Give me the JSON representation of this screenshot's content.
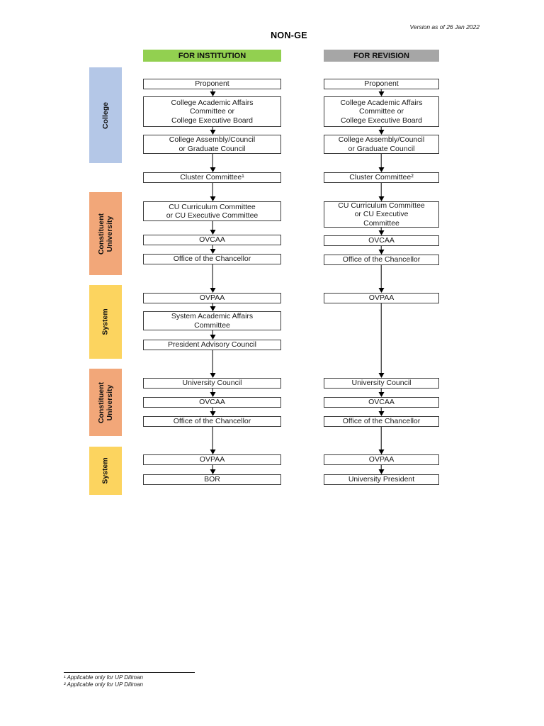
{
  "page": {
    "title": "NON-GE",
    "version_note": "Version as of 26 Jan 2022"
  },
  "colors": {
    "institution_header": "#92D050",
    "revision_header": "#A6A6A6",
    "college_label": "#B4C7E7",
    "constituent_university_label": "#F2A779",
    "system_label": "#FCD45F",
    "box_border": "#3B3B3B"
  },
  "columns": {
    "institution": {
      "header": "FOR INSTITUTION",
      "boxes": [
        "Proponent",
        "College Academic Affairs\nCommittee or\nCollege Executive Board",
        "College Assembly/Council\nor Graduate Council",
        "Cluster Committee¹",
        "CU Curriculum Committee\nor CU Executive Committee",
        "OVCAA",
        "Office of the Chancellor",
        "OVPAA",
        "System Academic Affairs\nCommittee",
        "President Advisory Council",
        "University Council",
        "OVCAA",
        "Office of the Chancellor",
        "OVPAA",
        "BOR"
      ]
    },
    "revision": {
      "header": "FOR REVISION",
      "boxes": [
        "Proponent",
        "College Academic Affairs\nCommittee or\nCollege Executive Board",
        "College Assembly/Council\nor Graduate Council",
        "Cluster Committee²",
        "CU Curriculum Committee\nor CU Executive\nCommittee",
        "OVCAA",
        "Office of the Chancellor",
        "OVPAA",
        "University Council",
        "OVCAA",
        "Office of the Chancellor",
        "OVPAA",
        "University President"
      ]
    }
  },
  "side_labels": [
    {
      "label": "College"
    },
    {
      "label": "Constituent\nUniversity"
    },
    {
      "label": "System"
    },
    {
      "label": "Constituent\nUniversity"
    },
    {
      "label": "System"
    }
  ],
  "footnotes": [
    "¹ Applicable only for UP Diliman",
    "² Applicable only for UP Diliman"
  ]
}
